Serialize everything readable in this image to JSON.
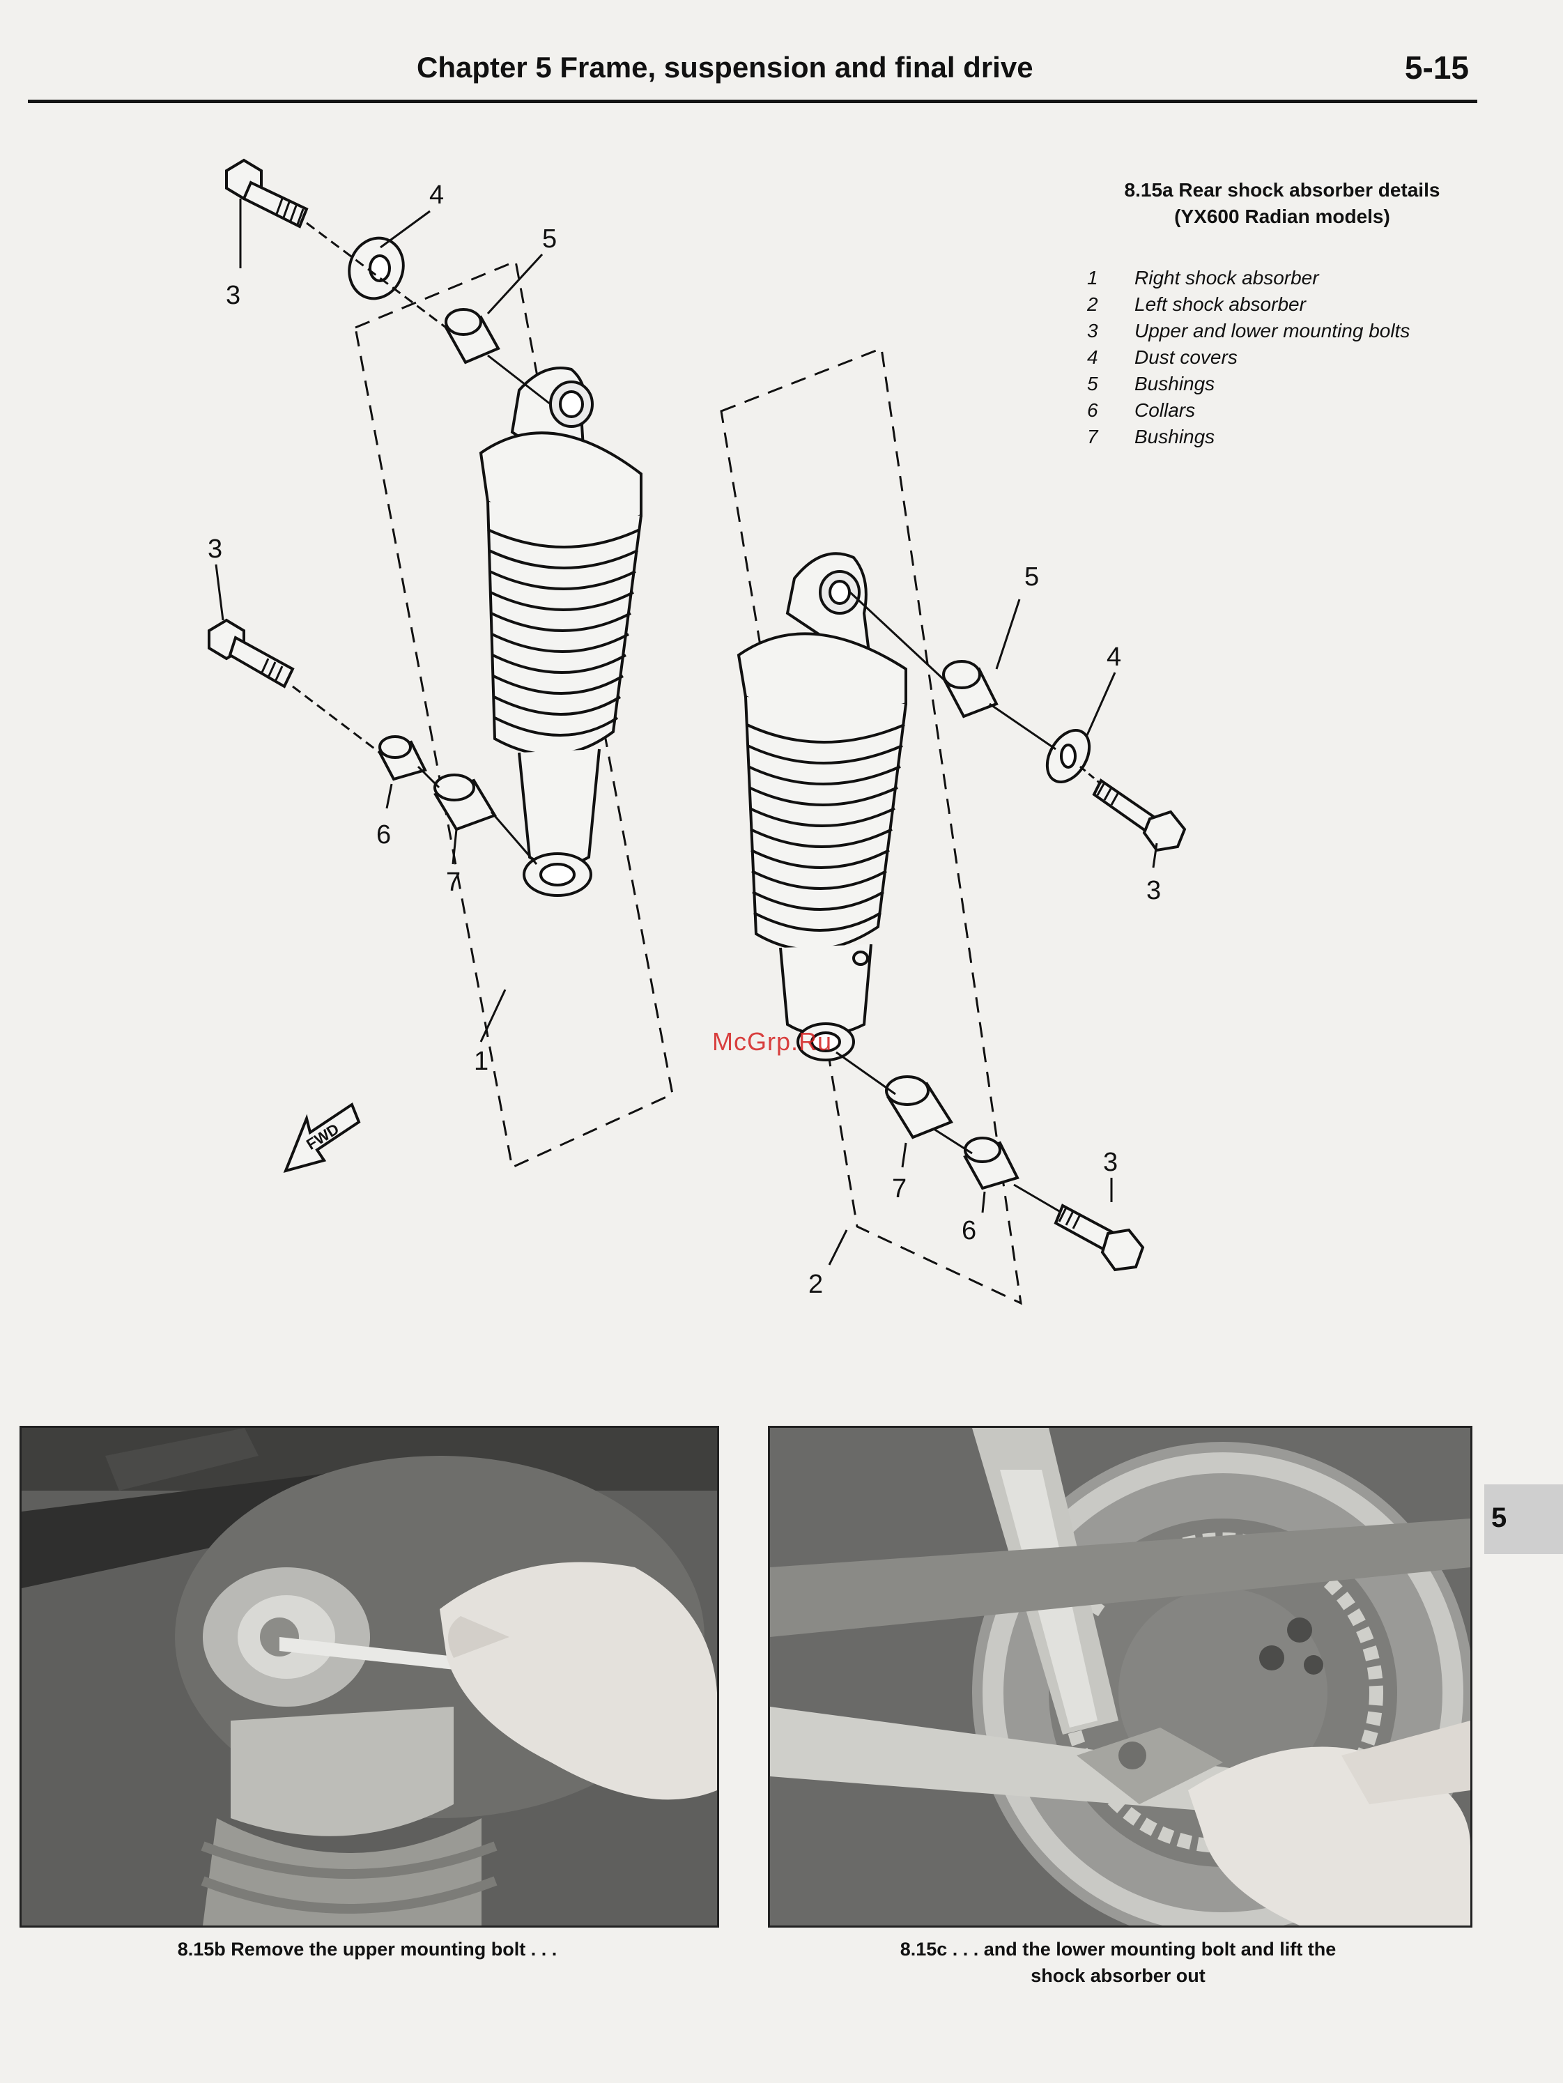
{
  "header": {
    "chapter_title": "Chapter 5  Frame, suspension and final drive",
    "page_number": "5-15"
  },
  "figure_815a": {
    "title_line1": "8.15a  Rear shock absorber details",
    "title_line2": "(YX600 Radian models)",
    "key": [
      {
        "num": "1",
        "label": "Right shock absorber"
      },
      {
        "num": "2",
        "label": "Left shock absorber"
      },
      {
        "num": "3",
        "label": "Upper and lower mounting bolts"
      },
      {
        "num": "4",
        "label": "Dust covers"
      },
      {
        "num": "5",
        "label": "Bushings"
      },
      {
        "num": "6",
        "label": "Collars"
      },
      {
        "num": "7",
        "label": "Bushings"
      }
    ],
    "callouts": {
      "c1": "1",
      "c2": "2",
      "c3a": "3",
      "c3b": "3",
      "c3c": "3",
      "c3d": "3",
      "c4a": "4",
      "c4b": "4",
      "c5a": "5",
      "c5b": "5",
      "c6a": "6",
      "c6b": "6",
      "c7a": "7",
      "c7b": "7"
    },
    "fwd_label": "FWD"
  },
  "watermark": "McGrp.Ru",
  "photo_815b": {
    "caption": "8.15b  Remove the upper mounting bolt . . ."
  },
  "photo_815c": {
    "caption_line1": "8.15c  . . . and the lower mounting bolt and lift the",
    "caption_line2": "shock absorber out"
  },
  "chapter_tab": "5"
}
